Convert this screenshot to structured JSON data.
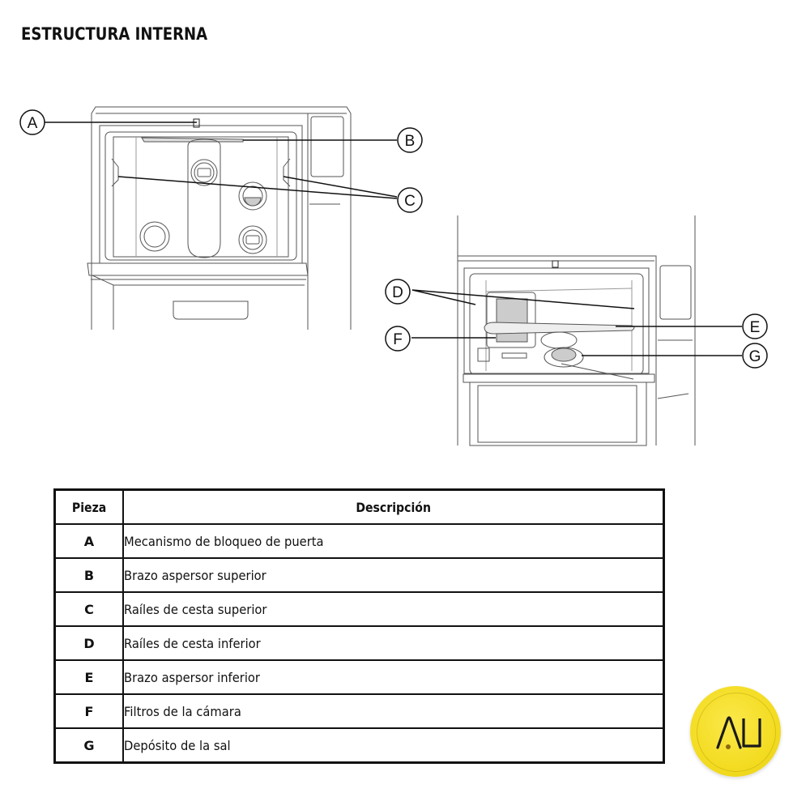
{
  "document": {
    "title": "ESTRUCTURA INTERNA"
  },
  "figures": {
    "upper_view": {
      "callouts": [
        {
          "label": "A",
          "target": "door-lock-mechanism"
        },
        {
          "label": "B",
          "target": "upper-spray-arm"
        },
        {
          "label": "C",
          "target": "upper-basket-rails"
        }
      ]
    },
    "lower_view": {
      "callouts": [
        {
          "label": "D",
          "target": "lower-basket-rails"
        },
        {
          "label": "E",
          "target": "lower-spray-arm"
        },
        {
          "label": "F",
          "target": "chamber-filters"
        },
        {
          "label": "G",
          "target": "salt-container"
        }
      ]
    }
  },
  "table": {
    "headers": [
      "Pieza",
      "Descripción"
    ],
    "rows": [
      {
        "piece": "A",
        "description": "Mecanismo de bloqueo de puerta"
      },
      {
        "piece": "B",
        "description": "Brazo aspersor superior"
      },
      {
        "piece": "C",
        "description": "Raíles de cesta superior"
      },
      {
        "piece": "D",
        "description": "Raíles de cesta inferior"
      },
      {
        "piece": "E",
        "description": "Brazo aspersor inferior"
      },
      {
        "piece": "F",
        "description": "Filtros de la cámara"
      },
      {
        "piece": "G",
        "description": "Depósito de la sal"
      }
    ]
  },
  "logo": {
    "text": "AU",
    "color": "#f3dc22"
  }
}
